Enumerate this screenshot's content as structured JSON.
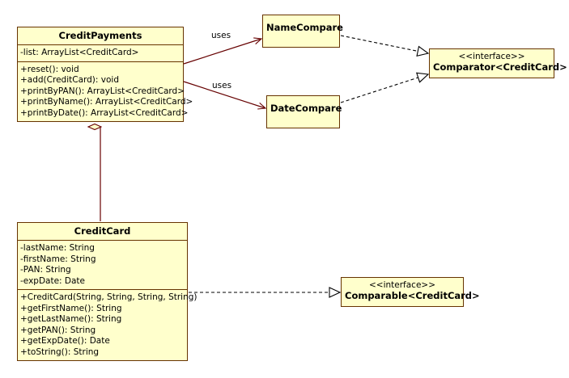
{
  "diagram": {
    "title": "UML Class Diagram",
    "colors": {
      "box_fill": "#FFFFCC",
      "box_border": "#663300",
      "line": "#660000",
      "dashed_line": "#000000",
      "text": "#000000",
      "background": "#FFFFFF"
    }
  },
  "classes": {
    "credit_payments": {
      "name": "CreditPayments",
      "attributes": [
        "-list: ArrayList<CreditCard>"
      ],
      "methods": [
        "+reset(): void",
        "+add(CreditCard): void",
        "+printByPAN(): ArrayList<CreditCard>",
        "+printByName(): ArrayList<CreditCard>",
        "+printByDate(): ArrayList<CreditCard>"
      ]
    },
    "credit_card": {
      "name": "CreditCard",
      "attributes": [
        "-lastName: String",
        "-firstName: String",
        "-PAN: String",
        "-expDate: Date"
      ],
      "methods": [
        "+CreditCard(String, String, String, String)",
        "+getFirstName(): String",
        "+getLastName(): String",
        "+getPAN(): String",
        "+getExpDate(): Date",
        "+toString(): String"
      ]
    },
    "name_compare": {
      "name": "NameCompare"
    },
    "date_compare": {
      "name": "DateCompare"
    }
  },
  "interfaces": {
    "comparator": {
      "stereotype": "<<interface>>",
      "name": "Comparator<CreditCard>"
    },
    "comparable": {
      "stereotype": "<<interface>>",
      "name": "Comparable<CreditCard>"
    }
  },
  "relationships": [
    {
      "id": "uses-name-compare",
      "from": "CreditPayments",
      "to": "NameCompare",
      "type": "association",
      "label": "uses"
    },
    {
      "id": "uses-date-compare",
      "from": "CreditPayments",
      "to": "DateCompare",
      "type": "association",
      "label": "uses"
    },
    {
      "id": "name-compare-implements-comparator",
      "from": "NameCompare",
      "to": "Comparator<CreditCard>",
      "type": "realization",
      "label": ""
    },
    {
      "id": "date-compare-implements-comparator",
      "from": "DateCompare",
      "to": "Comparator<CreditCard>",
      "type": "realization",
      "label": ""
    },
    {
      "id": "credit-card-implements-comparable",
      "from": "CreditCard",
      "to": "Comparable<CreditCard>",
      "type": "realization",
      "label": ""
    },
    {
      "id": "credit-payments-aggregates-credit-card",
      "from": "CreditPayments",
      "to": "CreditCard",
      "type": "aggregation",
      "label": ""
    }
  ],
  "edge_labels": {
    "uses_top": "uses",
    "uses_bottom": "uses"
  }
}
